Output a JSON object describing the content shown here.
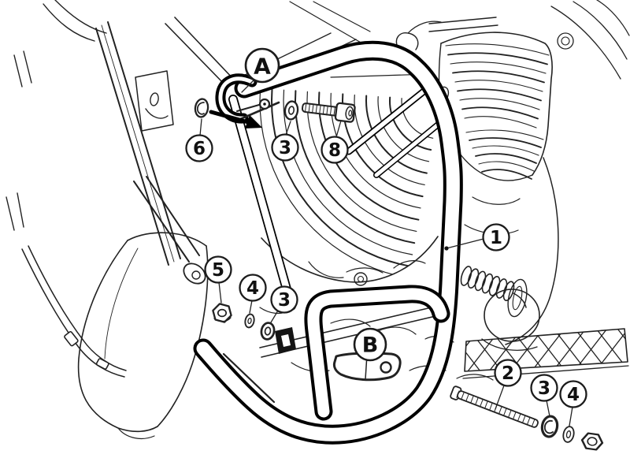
{
  "figure": {
    "description": "Exploded technical line drawing of a tubular engine guard mounted on a motorcycle frame, with lettered mounting points and numbered hardware callouts",
    "background_color": "#ffffff",
    "line_color": "#1c1c1c"
  },
  "callouts": [
    {
      "label": "A",
      "kind": "mounting-point"
    },
    {
      "label": "6",
      "icon": "spring-washer-icon"
    },
    {
      "label": "3",
      "icon": "flat-washer-icon"
    },
    {
      "label": "8",
      "icon": "socket-head-bolt-icon"
    },
    {
      "label": "5",
      "icon": "hex-flange-nut-icon"
    },
    {
      "label": "4",
      "icon": "small-washer-icon"
    },
    {
      "label": "3",
      "icon": "flat-washer-icon"
    },
    {
      "label": "1",
      "kind": "part",
      "target_icon": "guard-tube"
    },
    {
      "label": "B",
      "kind": "mounting-point"
    },
    {
      "label": "2",
      "icon": "long-threaded-bolt-icon"
    },
    {
      "label": "3",
      "icon": "flat-washer-icon"
    },
    {
      "label": "4",
      "icon": "small-washer-icon"
    }
  ],
  "unlabeled_hardware": [
    {
      "icon": "hex-nut-icon"
    }
  ]
}
